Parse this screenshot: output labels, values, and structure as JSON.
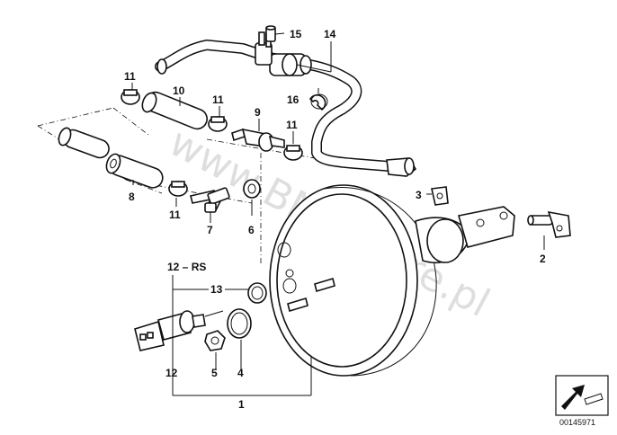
{
  "watermark": "www.BMWstore.pl",
  "reference_number": "00145971",
  "callouts": {
    "c1": "1",
    "c2": "2",
    "c3": "3",
    "c4": "4",
    "c5": "5",
    "c6": "6",
    "c7": "7",
    "c8": "8",
    "c9": "9",
    "c10": "10",
    "c11a": "11",
    "c11b": "11",
    "c11c": "11",
    "c11d": "11",
    "c12": "12",
    "c12rs": "12 – RS",
    "c13": "13",
    "c14": "14",
    "c15": "15",
    "c16": "16"
  },
  "colors": {
    "line": "#111111",
    "background": "#ffffff"
  }
}
